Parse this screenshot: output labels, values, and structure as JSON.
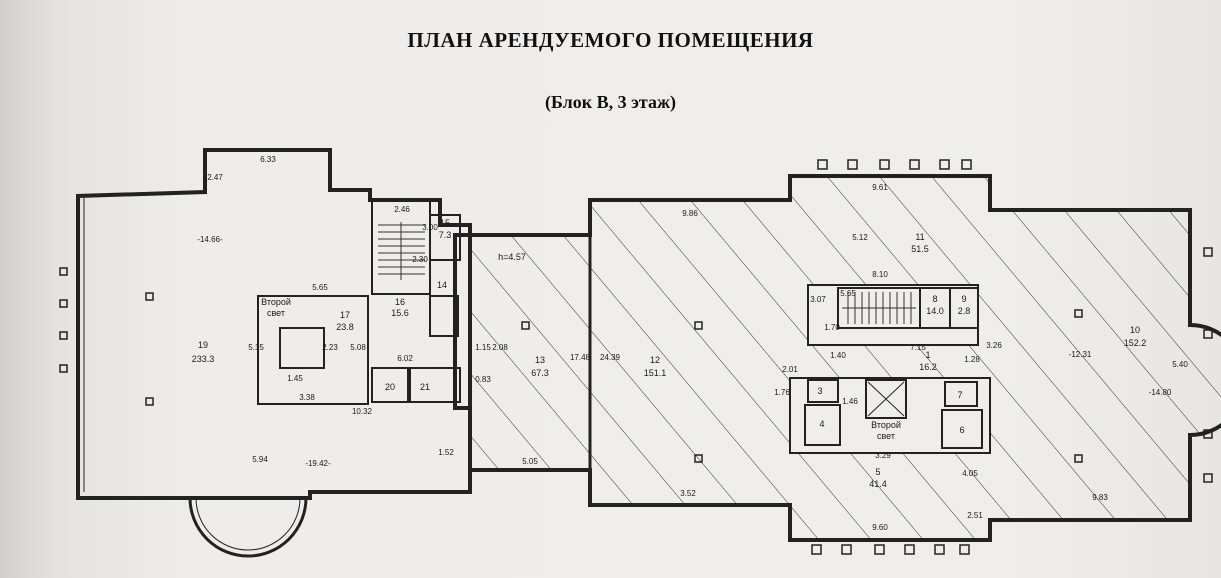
{
  "title": "ПЛАН АРЕНДУЕМОГО ПОМЕЩЕНИЯ",
  "subtitle": "(Блок В, 3 этаж)",
  "rooms": [
    {
      "num": "19",
      "area": "233.3"
    },
    {
      "num": "17",
      "area": "23.8"
    },
    {
      "num": "16",
      "area": "15.6"
    },
    {
      "num": "15",
      "area": "7.3"
    },
    {
      "num": "14",
      "area": ""
    },
    {
      "num": "13",
      "area": "67.3"
    },
    {
      "num": "12",
      "area": "151.1"
    },
    {
      "num": "11",
      "area": "51.5"
    },
    {
      "num": "10",
      "area": "152.2"
    },
    {
      "num": "9",
      "area": "2.8"
    },
    {
      "num": "8",
      "area": "14.0"
    },
    {
      "num": "1",
      "area": "16.2"
    },
    {
      "num": "5",
      "area": "41.4"
    },
    {
      "num": "20",
      "area": ""
    },
    {
      "num": "21",
      "area": ""
    },
    {
      "num": "3",
      "area": ""
    },
    {
      "num": "4",
      "area": ""
    },
    {
      "num": "6",
      "area": ""
    },
    {
      "num": "7",
      "area": ""
    }
  ],
  "labels": {
    "second_light": "Второй",
    "second_light_2": "свет",
    "h_label": "h=4.57"
  },
  "dimensions": [
    "6.33",
    "2.47",
    "-14.66-",
    "2.46",
    "3.00",
    "2.30",
    "5.65",
    "5.15",
    "2.23",
    "5.08",
    "1.45",
    "3.38",
    "10.32",
    "6.02",
    "1.15",
    "2.08",
    "0.83",
    "17.48",
    "24.39",
    "5.05",
    "9.86",
    "3.52",
    "9.61",
    "5.12",
    "8.10",
    "5.65",
    "3.07",
    "1.70",
    "7.15",
    "2.01",
    "1.76",
    "1.40",
    "1.46",
    "3.26",
    "1.28",
    "-12.31",
    "-14.80",
    "5.40",
    "3.29",
    "4.05",
    "9.83",
    "2.51",
    "9.60",
    "-19.42-",
    "5.94",
    "1.52"
  ]
}
